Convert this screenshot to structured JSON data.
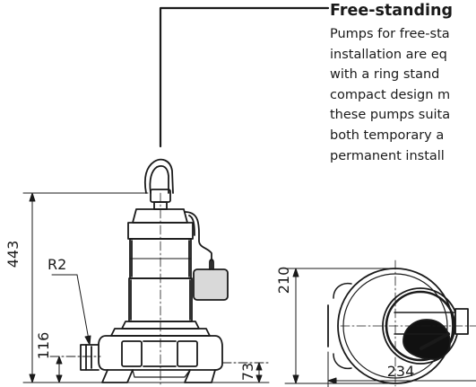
{
  "callout": {
    "title": "Free-standing",
    "lines": [
      "Pumps for free-sta",
      "installation are eq",
      "with a ring stand",
      "compact design m",
      "these pumps suita",
      "both temporary a",
      "permanent install"
    ]
  },
  "dimensions": {
    "overall_height": "443",
    "radius": "R2",
    "outlet_height": "116",
    "base_height": "73",
    "top_view_depth": "210",
    "top_view_width": "234"
  },
  "colors": {
    "line": "#1a1a1a",
    "background": "#ffffff"
  }
}
